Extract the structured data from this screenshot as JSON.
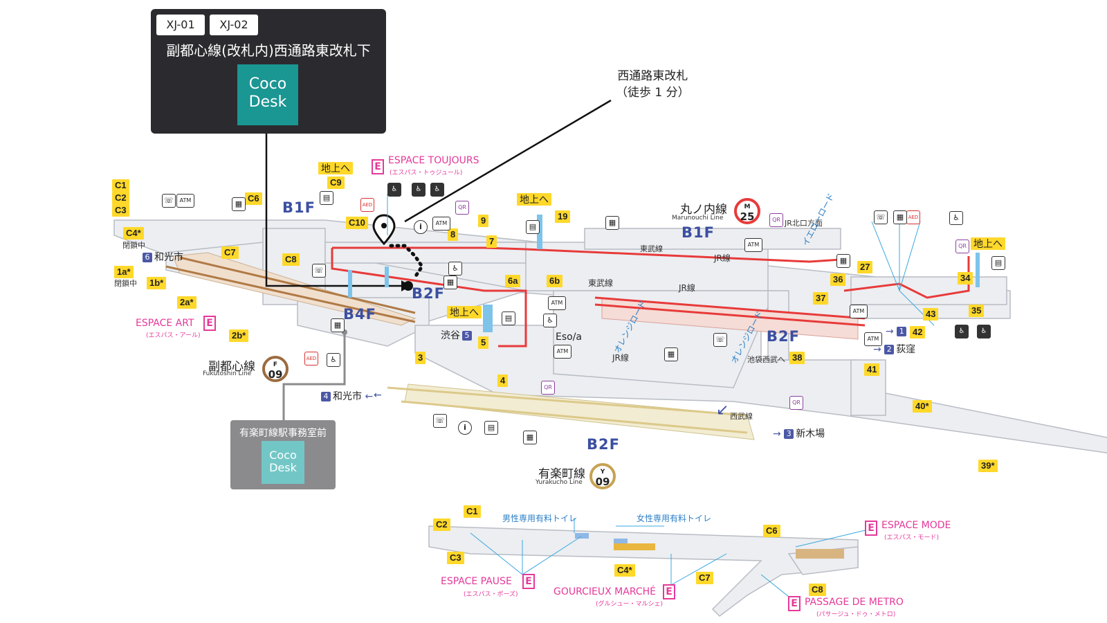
{
  "callout": {
    "tags": [
      "XJ-01",
      "XJ-02"
    ],
    "title": "副都心線(改札内)西通路東改札下",
    "coco_line1": "Coco",
    "coco_line2": "Desk"
  },
  "office": {
    "title": "有楽町線駅事務室前",
    "coco_line1": "Coco",
    "coco_line2": "Desk"
  },
  "destination": {
    "line1": "西通路東改札",
    "line2": "（徒歩 1 分）"
  },
  "floors": {
    "b1f_left": "B1F",
    "b1f_right": "B1F",
    "b2f_center": "B2F",
    "b2f_right": "B2F",
    "b2f_bottom": "B2F",
    "b4f": "B4F"
  },
  "lines": {
    "marunouchi": {
      "name": "丸ノ内線",
      "en": "Marunouchi Line",
      "letter": "M",
      "number": "25",
      "color": "#e83a3a"
    },
    "fukutoshin": {
      "name": "副都心線",
      "en": "Fukutoshin Line",
      "letter": "F",
      "number": "09",
      "color": "#9c6b3e"
    },
    "yurakucho": {
      "name": "有楽町線",
      "en": "Yurakucho Line",
      "letter": "Y",
      "number": "09",
      "color": "#c7a252"
    }
  },
  "espace": {
    "toujours": {
      "name": "ESPACE TOUJOURS",
      "kana": "(エスパス・トゥジュール)"
    },
    "art": {
      "name": "ESPACE ART",
      "kana": "(エスパス・アール)"
    },
    "mode": {
      "name": "ESPACE MODE",
      "kana": "(エスパス・モード)"
    },
    "pause": {
      "name": "ESPACE PAUSE",
      "kana": "(エスパス・ポーズ)"
    },
    "gourcieux": {
      "name": "GOURCIEUX MARCHÉ",
      "kana": "(グルシュー・マルシェ)"
    },
    "metro": {
      "name": "PASSAGE DE METRO",
      "kana": "(パサージュ・ドゥ・メトロ)"
    },
    "e_letter": "E"
  },
  "exits": {
    "wako6": {
      "num": "6",
      "label": "和光市"
    },
    "wako4": {
      "num": "4",
      "label": "和光市"
    },
    "shibuya5": {
      "label": "渋谷",
      "num": "5"
    },
    "ogikubo2": {
      "num": "2",
      "label": "荻窪"
    },
    "exit1": {
      "num": "1"
    },
    "shinkiba3": {
      "num": "3",
      "label": "新木場"
    }
  },
  "exit_labels": {
    "c1": "C1",
    "c2": "C2",
    "c3": "C3",
    "c4": "C4*",
    "c5": "C6",
    "c7": "C7",
    "c8": "C8",
    "c9": "C9",
    "c10": "C10",
    "e1a": "1a*",
    "e1b": "1b*",
    "e2a": "2a*",
    "e2b": "2b*",
    "e3": "3",
    "e4": "4",
    "e5": "5",
    "e6a": "6a",
    "e6b": "6b",
    "e7": "7",
    "e8": "8",
    "e9": "9",
    "e19": "19",
    "e27": "27",
    "e34": "34",
    "e35": "35",
    "e36": "36",
    "e37": "37",
    "e38": "38",
    "e39": "39*",
    "e40": "40*",
    "e41": "41",
    "e42": "42",
    "e43": "43",
    "b_c1": "C1",
    "b_c2": "C2",
    "b_c3": "C3",
    "b_c4": "C4*",
    "b_c6": "C6",
    "b_c7": "C7",
    "b_c8": "C8"
  },
  "labels": {
    "to_ground_1": "地上へ",
    "to_ground_2": "地上へ",
    "to_ground_3": "地上へ",
    "to_ground_4": "地上へ",
    "closed1": "閉鎖中",
    "closed2": "閉鎖中",
    "tobu_1": "東武線",
    "tobu_2": "東武線",
    "jr_1": "JR線",
    "jr_2": "JR線",
    "jr_3": "JR線",
    "seibu": "西武線",
    "ikebukuro_seibu": "池袋西武へ",
    "jr_north": "JR北口方面",
    "esola": "Eso/a",
    "yellow_road": "イエローロード",
    "orange_road": "オレンジロード",
    "mens_toilet": "男性専用有料トイレ",
    "womens_toilet": "女性専用有料トイレ"
  },
  "icons": {
    "atm": "ATM",
    "aed": "AED",
    "info": "i",
    "phone": "☏",
    "qr": "QR"
  }
}
